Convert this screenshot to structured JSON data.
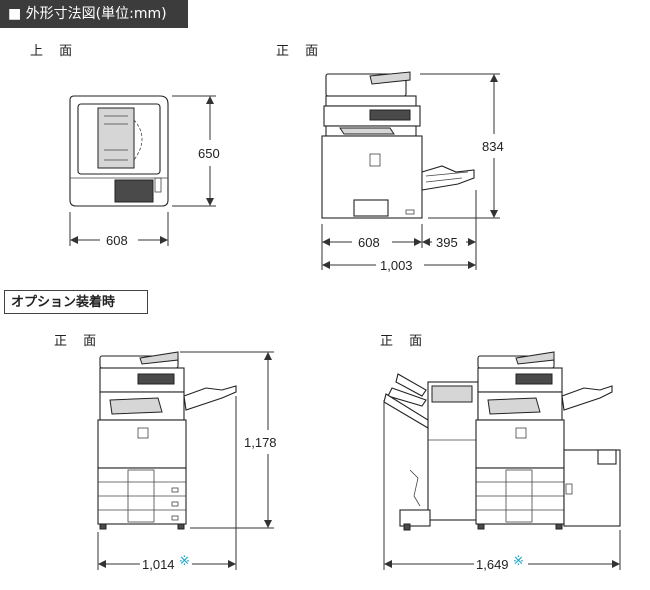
{
  "header": {
    "title": "■ 外形寸法図(単位:mm)"
  },
  "views": {
    "top_label": "上 面",
    "front_label": "正 面",
    "opt_front_left_label": "正 面",
    "opt_front_right_label": "正 面"
  },
  "option_title": "オプション装着時",
  "dimensions": {
    "top_depth": "650",
    "top_width": "608",
    "front_height": "834",
    "front_width": "608",
    "front_tray": "395",
    "front_total": "1,003",
    "opt1_height": "1,178",
    "opt1_width": "1,014",
    "opt2_width": "1,649",
    "note_mark": "※"
  }
}
